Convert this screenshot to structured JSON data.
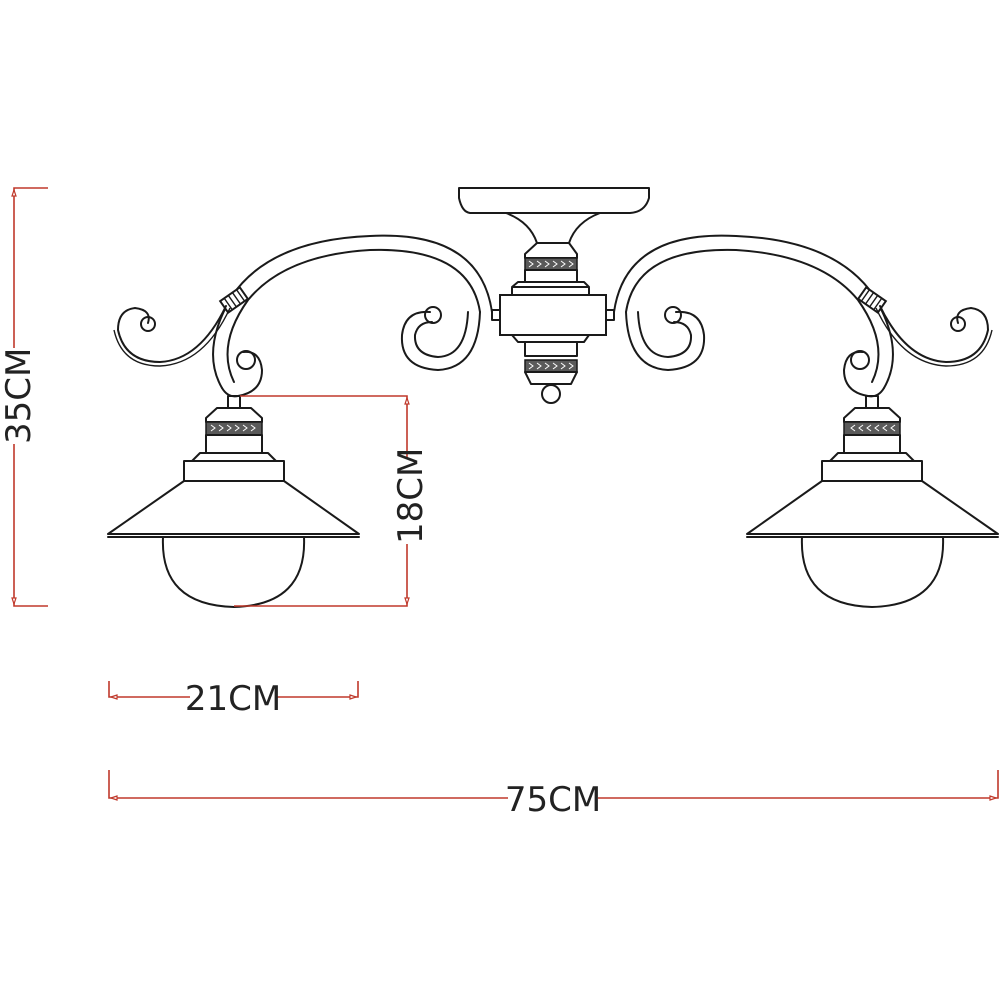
{
  "drawing": {
    "subject": "two-arm ceiling lamp technical drawing",
    "line_color": "#1a1a1a",
    "dimension_color": "#c0392b",
    "background": "#ffffff"
  },
  "dimensions": {
    "total_height": {
      "label": "35CM",
      "value": 35,
      "unit": "CM"
    },
    "shade_height": {
      "label": "18CM",
      "value": 18,
      "unit": "CM"
    },
    "shade_width": {
      "label": "21CM",
      "value": 21,
      "unit": "CM"
    },
    "total_width": {
      "label": "75CM",
      "value": 75,
      "unit": "CM"
    }
  }
}
